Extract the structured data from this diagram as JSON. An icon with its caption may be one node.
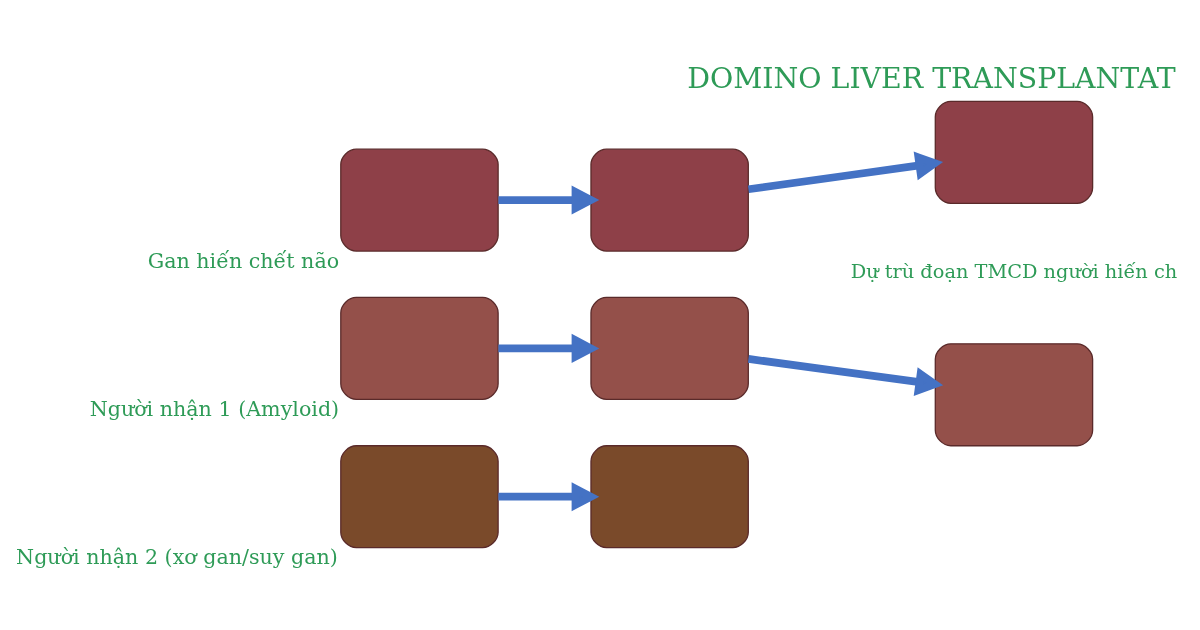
{
  "diagram": {
    "title": "DOMINO LIVER TRANSPLANTAT",
    "nodes": [
      {
        "text": [],
        "shape": "box",
        "beside": [
          "Gan hiến chết não"
        ]
      },
      {
        "text": [],
        "shape": "box"
      },
      {
        "text": [],
        "shape": "box",
        "beside": [
          "Người nhận 1 (Amyloid)"
        ]
      },
      {
        "text": [],
        "shape": "box"
      },
      {
        "text": [],
        "shape": "box",
        "beside": [
          "Người nhận 2 (xơ gan/suy gan)"
        ]
      },
      {
        "text": [],
        "shape": "box"
      },
      {
        "text": [],
        "shape": "box"
      },
      {
        "text": [],
        "shape": "box"
      }
    ],
    "edges": [
      {
        "from": 0,
        "to": 1,
        "arrow": "to"
      },
      {
        "from": 1,
        "to": 6,
        "arrow": "to"
      },
      {
        "from": 2,
        "to": 3,
        "arrow": "to"
      },
      {
        "from": 3,
        "to": 7,
        "arrow": "to"
      },
      {
        "from": 4,
        "to": 5,
        "arrow": "to"
      }
    ],
    "labels": [
      "Dự trù đoạn TMCD người hiến ch"
    ]
  }
}
